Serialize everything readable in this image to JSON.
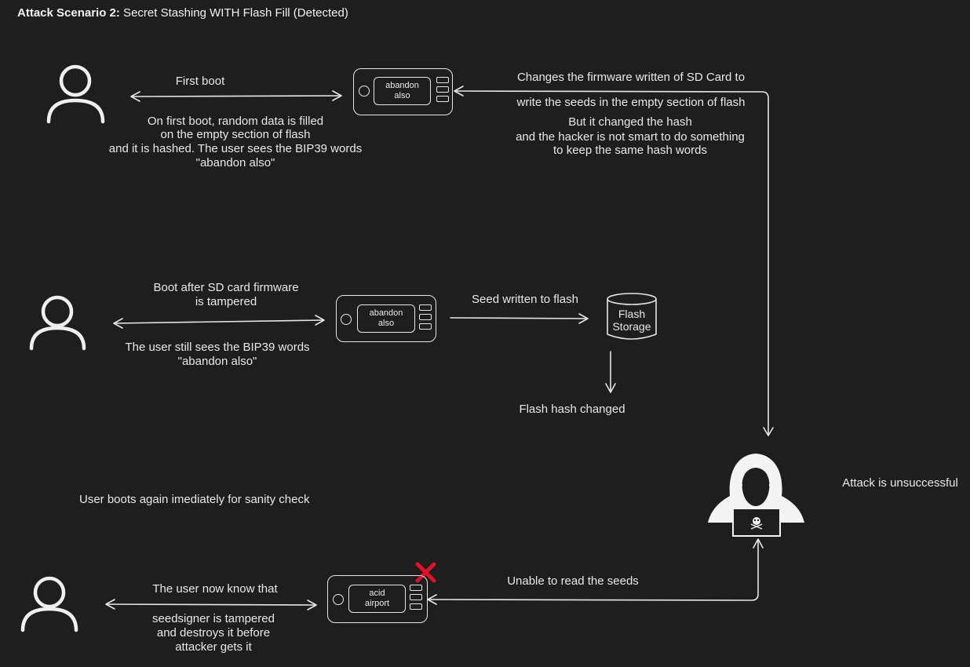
{
  "title": {
    "prefix": "Attack Scenario 2:",
    "rest": " Secret Stashing WITH Flash Fill (Detected)"
  },
  "row1": {
    "arrow_label": "First boot",
    "device_screen": [
      "abandon",
      "also"
    ],
    "description": [
      "On first boot, random data is filled",
      "on the empty section of flash",
      "and it is hashed.  The user sees the BIP39 words",
      "\"abandon also\""
    ]
  },
  "attacker_note": {
    "lines": [
      "Changes the firmware written of SD Card to",
      "write the seeds in the empty section of flash",
      "But it changed the hash",
      "and the hacker is not smart to do something",
      "to keep the same hash words"
    ]
  },
  "row2": {
    "arrow_label": [
      "Boot after SD card firmware",
      "is tampered"
    ],
    "device_screen": [
      "abandon",
      "also"
    ],
    "description": [
      "The user still sees the BIP39 words",
      "\"abandon also\""
    ],
    "seed_label": "Seed written to flash",
    "storage_label": [
      "Flash",
      "Storage"
    ],
    "hash_label": "Flash hash changed"
  },
  "result": "Attack is unsuccessful",
  "sanity_check": "User boots again imediately for sanity check",
  "row3": {
    "arrow_label": "The user now know that",
    "device_screen": [
      "acid",
      "airport"
    ],
    "description": [
      "seedsigner is tampered",
      "and destroys it before",
      "attacker gets it"
    ],
    "unable_label": "Unable to read the seeds"
  },
  "colors": {
    "background": "#1e1e1e",
    "stroke": "#e6e6e6",
    "x_mark": "#e0102a"
  },
  "icons": [
    "user-icon",
    "hacker-icon",
    "skull-icon",
    "cross-icon",
    "database-icon"
  ]
}
